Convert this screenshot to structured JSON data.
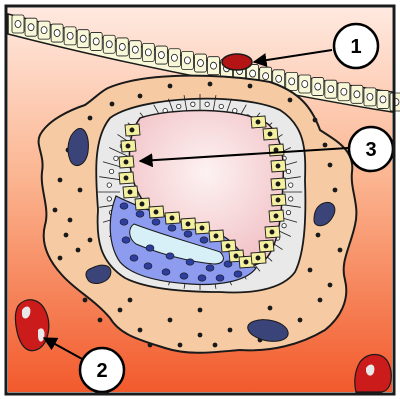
{
  "colors": {
    "border": "#1a1a1a",
    "background_top": "#ffe9e0",
    "background_bottom": "#f25a2c",
    "epithelium_cell": "#f8f8d8",
    "nucleus_light": "#ffffff",
    "stroma": "#f6cba3",
    "dot": "#1a1a1a",
    "lumen": "#f8d7d3",
    "cuboidal_cell": "#e9e9e9",
    "yellow_cell": "#f5f0a0",
    "blue_cell": "#8e9cf0",
    "blue_nucleus": "#2c3fa0",
    "lumen_cleft": "#d7f0f8",
    "vessel_red": "#cc1b1b",
    "vessel_white": "#e8e8e8",
    "dark_blue_nucleus": "#3a4478",
    "arrow": "#000000",
    "callout_fill": "#ffffff"
  },
  "callouts": [
    {
      "label": "1"
    },
    {
      "label": "2"
    },
    {
      "label": "3"
    }
  ]
}
